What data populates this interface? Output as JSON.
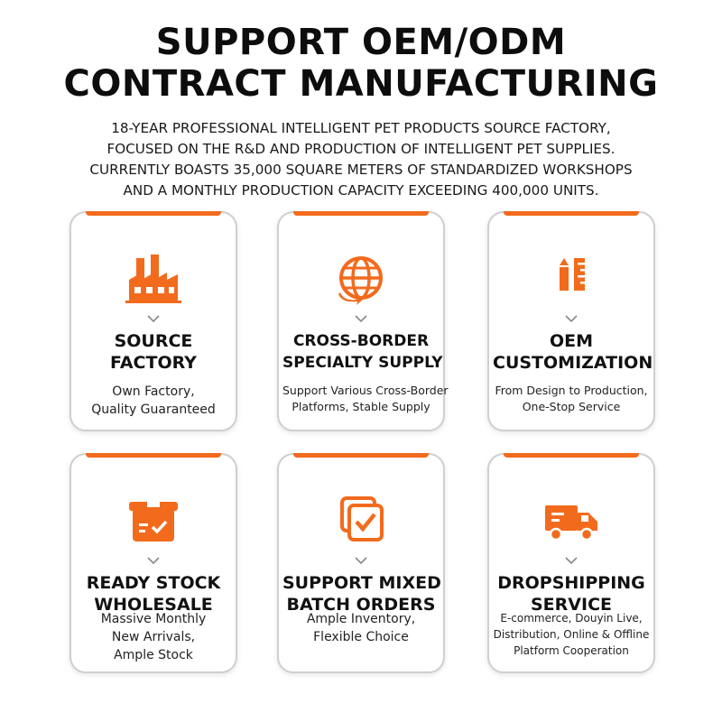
{
  "header": {
    "title_line1": "SUPPORT OEM/ODM",
    "title_line2": "CONTRACT MANUFACTURING",
    "subtitle_lines": [
      "18-YEAR PROFESSIONAL INTELLIGENT PET PRODUCTS SOURCE FACTORY,",
      "FOCUSED ON THE R&D AND PRODUCTION OF INTELLIGENT PET SUPPLIES.",
      "CURRENTLY BOASTS 35,000 SQUARE METERS OF STANDARDIZED WORKSHOPS",
      "AND A MONTHLY PRODUCTION CAPACITY EXCEEDING 400,000 UNITS."
    ]
  },
  "colors": {
    "accent": "#f26b1d",
    "card_border": "#cfcfcf",
    "text": "#111111"
  },
  "cards": [
    {
      "icon": "factory-icon",
      "title_lines": [
        "SOURCE",
        "FACTORY"
      ],
      "desc_lines": [
        "Own Factory,",
        "Quality Guaranteed"
      ]
    },
    {
      "icon": "globe-icon",
      "title_lines": [
        "CROSS-BORDER",
        "SPECIALTY SUPPLY"
      ],
      "desc_lines": [
        "Support Various Cross-Border",
        "Platforms, Stable Supply"
      ]
    },
    {
      "icon": "pencil-ruler-icon",
      "title_lines": [
        "OEM",
        "CUSTOMIZATION"
      ],
      "desc_lines": [
        "From Design to Production,",
        "One-Stop Service"
      ]
    },
    {
      "icon": "box-check-icon",
      "title_lines": [
        "READY STOCK",
        "WHOLESALE"
      ],
      "desc_lines": [
        "Massive Monthly",
        "New Arrivals,",
        "Ample Stock"
      ]
    },
    {
      "icon": "checklist-icon",
      "title_lines": [
        "SUPPORT MIXED",
        "BATCH ORDERS"
      ],
      "desc_lines": [
        "Ample Inventory,",
        "Flexible Choice"
      ]
    },
    {
      "icon": "truck-icon",
      "title_lines": [
        "DROPSHIPPING",
        "SERVICE"
      ],
      "desc_lines": [
        "E-commerce, Douyin Live,",
        "Distribution, Online & Offline",
        "Platform Cooperation"
      ]
    }
  ]
}
